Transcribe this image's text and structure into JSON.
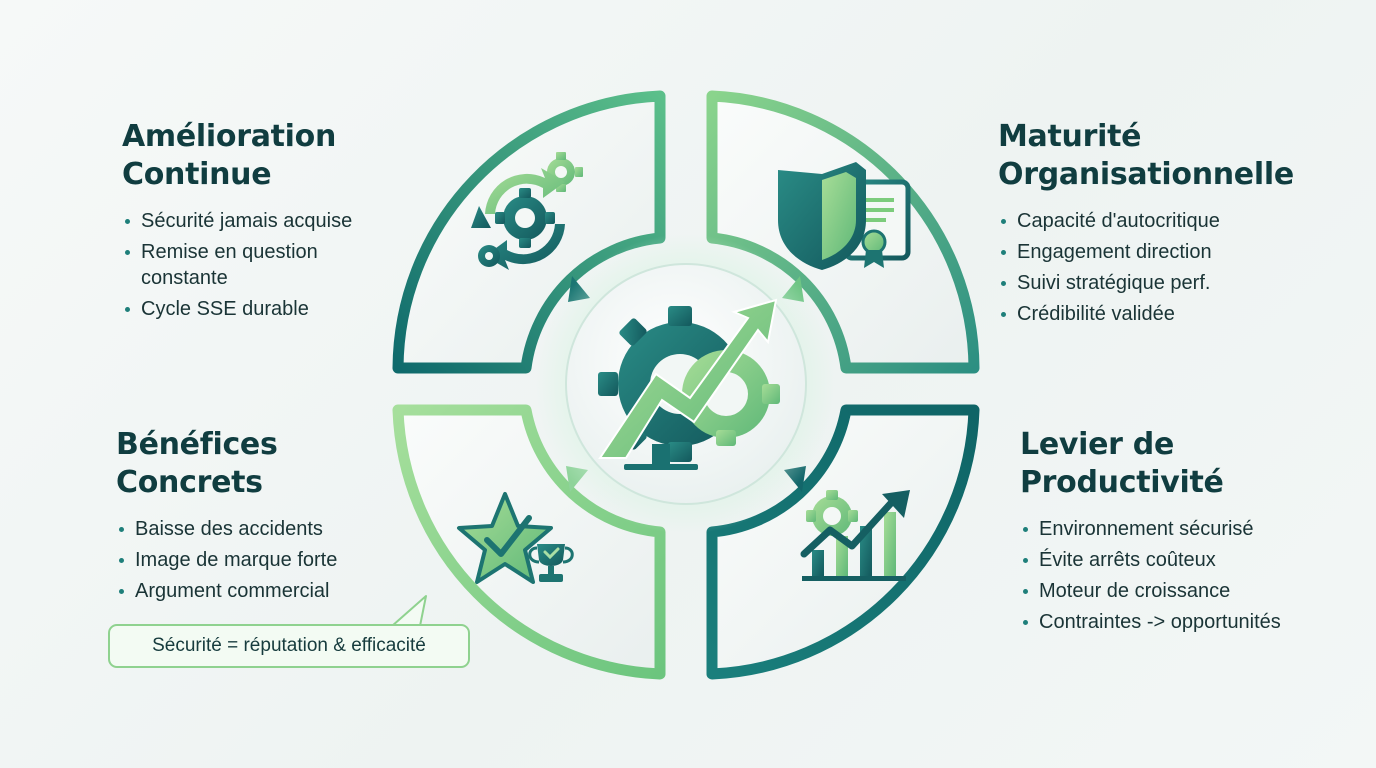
{
  "blocks": {
    "top_left": {
      "title_line1": "Amélioration",
      "title_line2": "Continue",
      "items": [
        "Sécurité jamais acquise",
        "Remise en question constante",
        "Cycle SSE durable"
      ]
    },
    "top_right": {
      "title_line1": "Maturité",
      "title_line2": "Organisationnelle",
      "items": [
        "Capacité d'autocritique",
        "Engagement direction",
        "Suivi stratégique perf.",
        "Crédibilité validée"
      ]
    },
    "bottom_left": {
      "title_line1": "Bénéfices",
      "title_line2": "Concrets",
      "items": [
        "Baisse des accidents",
        "Image de marque forte",
        "Argument commercial"
      ]
    },
    "bottom_right": {
      "title_line1": "Levier de",
      "title_line2": "Productivité",
      "items": [
        "Environnement sécurisé",
        "Évite arrêts coûteux",
        "Moteur de croissance",
        "Contraintes -> opportunités"
      ]
    }
  },
  "callout": {
    "text": "Sécurité = réputation & efficacité"
  },
  "icons": {
    "top_left": "cycle-gears-icon",
    "top_right": "shield-certificate-icon",
    "bottom_left": "star-trophy-icon",
    "bottom_right": "gear-growth-chart-icon",
    "center": "gear-arrow-growth-icon"
  },
  "colors": {
    "teal_dark": "#176f73",
    "teal": "#1e8a84",
    "green": "#7ccc7c",
    "green_light": "#a9dea4",
    "text_dark": "#103d40"
  }
}
